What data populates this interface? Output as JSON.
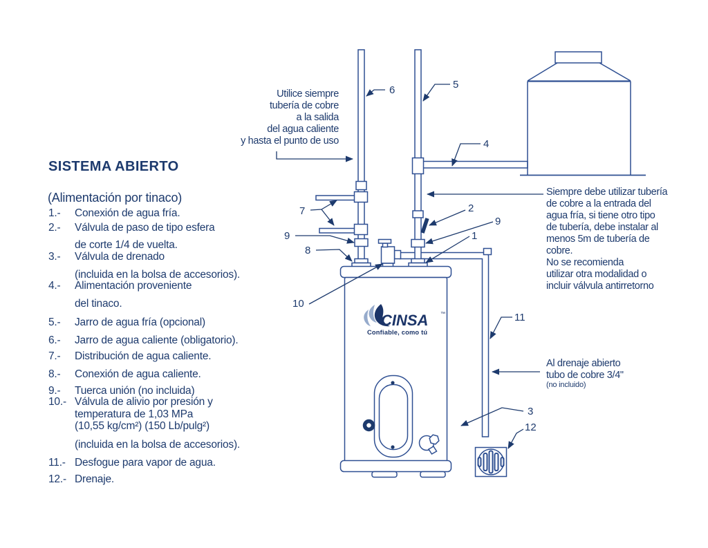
{
  "colors": {
    "ink": "#1d3a6d",
    "line": "#2e4f92",
    "logo_dark": "#1b3468",
    "logo_light": "#96abcc"
  },
  "legend": {
    "title": "SISTEMA ABIERTO",
    "subtitle": "(Alimentación por tinaco)",
    "items": [
      {
        "num": "1.-",
        "lines": [
          "Conexión de agua fría."
        ]
      },
      {
        "num": "2.-",
        "lines": [
          "Válvula de paso de tipo esfera",
          "de corte 1/4 de vuelta."
        ]
      },
      {
        "num": "3.-",
        "lines": [
          "Válvula de drenado",
          "(incluida en la bolsa de accesorios)."
        ]
      },
      {
        "num": "4.-",
        "lines": [
          "Alimentación proveniente",
          "del tinaco."
        ]
      },
      {
        "num": "5.-",
        "lines": [
          "Jarro de agua fría (opcional)"
        ]
      },
      {
        "num": "6.-",
        "lines": [
          "Jarro de agua caliente (obligatorio)."
        ]
      },
      {
        "num": "7.-",
        "lines": [
          "Distribución de agua caliente."
        ]
      },
      {
        "num": "8.-",
        "lines": [
          "Conexión de agua caliente."
        ]
      },
      {
        "num": "9.-",
        "lines": [
          "Tuerca unión (no incluida)"
        ]
      },
      {
        "num": "10.-",
        "lines": [
          "Válvula de alivio por presión y",
          "temperatura de 1,03 MPa",
          "(10,55 kg/cm²) (150 Lb/pulg²)",
          "(incluida en la bolsa de accesorios)."
        ]
      },
      {
        "num": "11.-",
        "lines": [
          "Desfogue para vapor de agua."
        ]
      },
      {
        "num": "12.-",
        "lines": [
          "Drenaje."
        ]
      }
    ]
  },
  "notes": {
    "hot_outlet": "Utilice siempre\ntubería de cobre\na la salida\ndel agua caliente\ny hasta el punto de uso",
    "cold_inlet": "Siempre debe utilizar tubería\nde cobre a la entrada del\nagua fría, si tiene otro tipo\nde tubería, debe instalar al\nmenos 5m de tubería de\ncobre.\nNo se recomienda\nutilizar otra modalidad o\nincluir válvula antirretorno",
    "drain": "Al drenaje abierto\ntubo de cobre 3/4\"",
    "drain_sub": "(no incluido)"
  },
  "callouts": {
    "n1": "1",
    "n2": "2",
    "n3": "3",
    "n4": "4",
    "n5": "5",
    "n6": "6",
    "n7": "7",
    "n8": "8",
    "n9": "9",
    "n10": "10",
    "n11": "11",
    "n12": "12"
  },
  "logo": {
    "name": "CINSA",
    "tm": "™",
    "tagline": "Confiable, como tú"
  }
}
